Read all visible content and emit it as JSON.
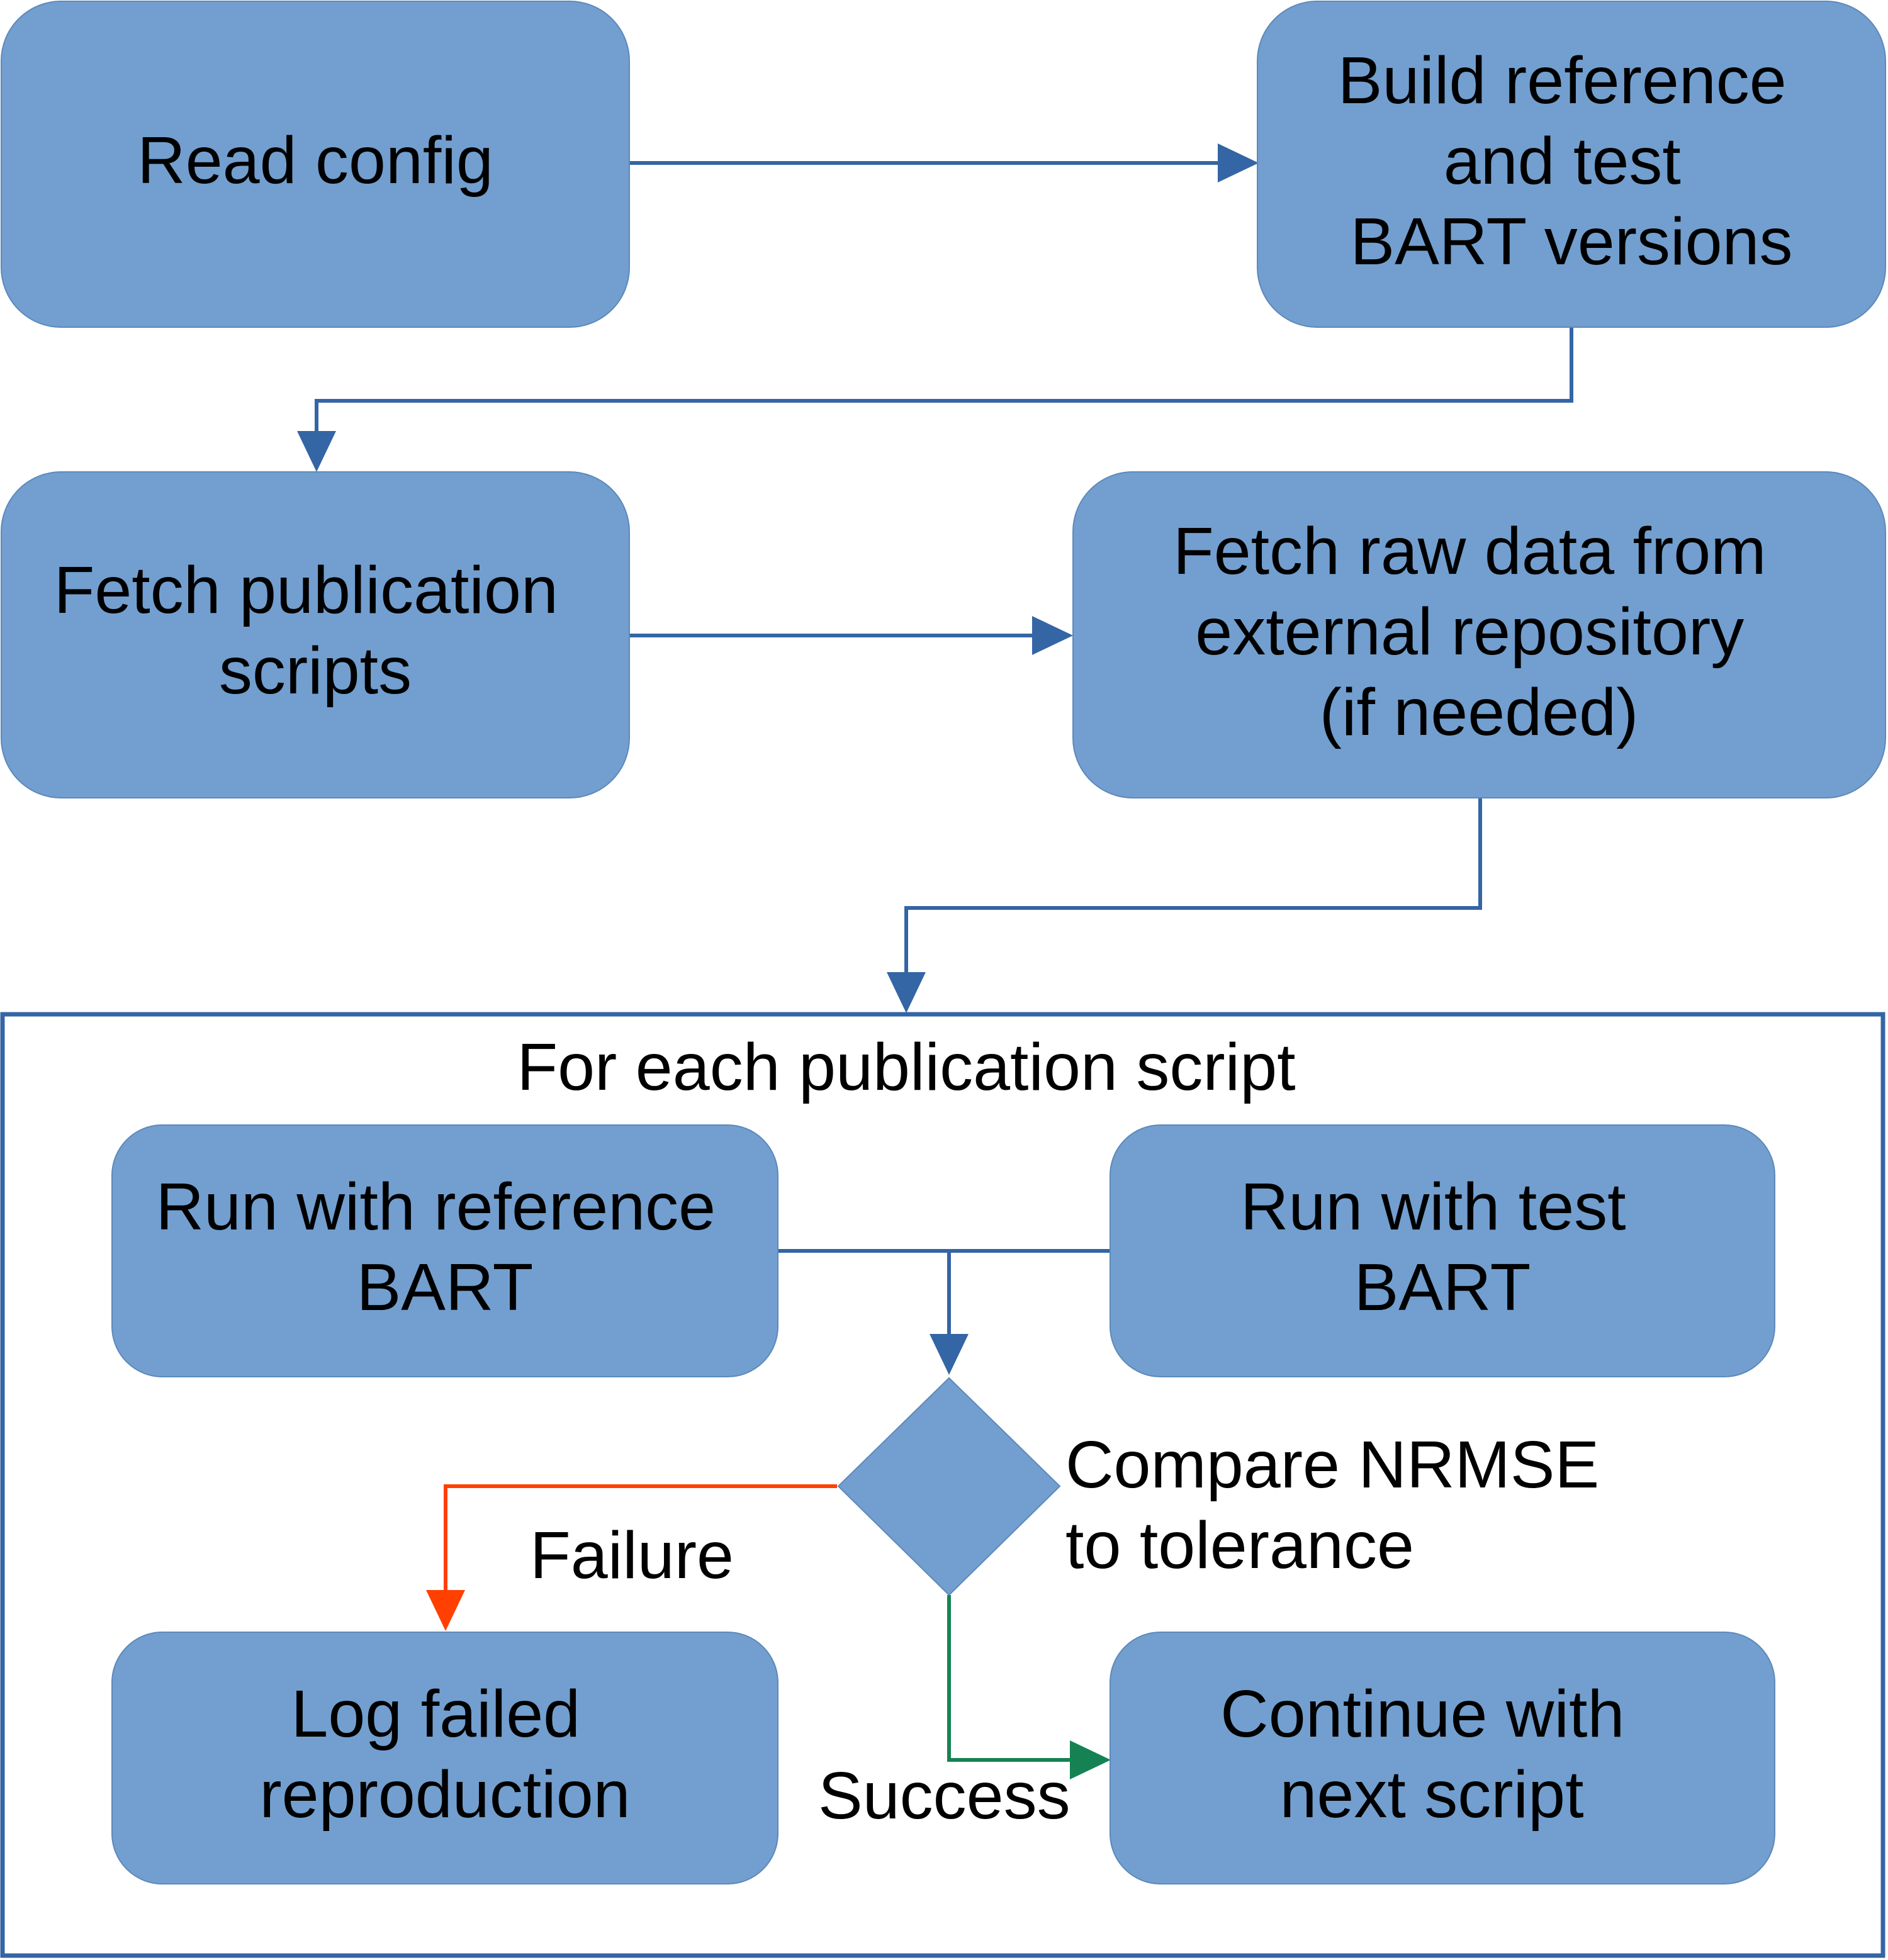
{
  "nodes": {
    "read_config": {
      "lines": [
        "Read config"
      ]
    },
    "build_versions": {
      "lines": [
        "Build reference",
        "and test",
        "BART versions"
      ]
    },
    "fetch_scripts": {
      "lines": [
        "Fetch publication",
        "scripts"
      ]
    },
    "fetch_raw_data": {
      "lines": [
        "Fetch raw data from",
        "external repository",
        "(if needed)"
      ]
    },
    "run_reference": {
      "lines": [
        "Run with reference",
        "BART"
      ]
    },
    "run_test": {
      "lines": [
        "Run with test",
        "BART"
      ]
    },
    "log_failed": {
      "lines": [
        "Log failed",
        "reproduction"
      ]
    },
    "continue_next": {
      "lines": [
        "Continue with",
        "next script"
      ]
    }
  },
  "loop": {
    "title": "For each publication script"
  },
  "decision": {
    "lines": [
      "Compare NRMSE",
      "to tolerance"
    ]
  },
  "edge_labels": {
    "failure": "Failure",
    "success": "Success"
  },
  "colors": {
    "node_fill": "#729fcf",
    "edge_default": "#3465a4",
    "edge_failure": "#ff4000",
    "edge_success": "#168253"
  }
}
